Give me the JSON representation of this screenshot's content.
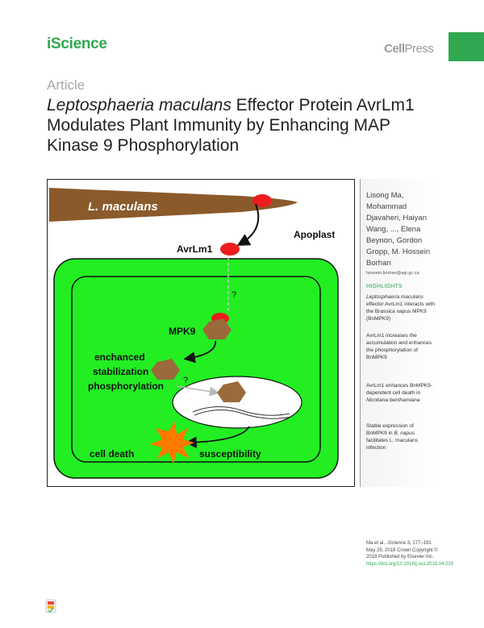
{
  "journal": "iScience",
  "publisher": {
    "bold": "Cell",
    "light": "Press"
  },
  "article_type": "Article",
  "title": {
    "italic": "Leptosphaeria maculans",
    "rest": " Effector Protein AvrLm1 Modulates Plant Immunity by Enhancing MAP Kinase 9 Phosphorylation"
  },
  "figure": {
    "pathogen": "L. maculans",
    "apoplast": "Apoplast",
    "avrlm1": "AvrLm1",
    "mpk9": "MPK9",
    "question": "?",
    "enhanced1": "enchanced",
    "enhanced2": "stabilization",
    "enhanced3": "phosphorylation",
    "cell_death": "cell death",
    "susceptibility": "susceptibility"
  },
  "authors": "Lisong Ma, Mohammad Djavaheri, Haiyan Wang, ..., Elena Beynon, Gordon Gropp, M. Hossein Borhan",
  "email": "hossein.borhan@agr.gc.ca",
  "highlights_heading": "HIGHLIGHTS",
  "highlights": [
    {
      "pre": "",
      "italic": "Leptosphaeria maculans",
      "post": " effector AvrLm1 interacts with the Brassica napus MPK9 (BnMPK9)"
    },
    {
      "pre": "AvrLm1 increases the accumulation and enhances the phosphorylation of BnMPK9",
      "italic": "",
      "post": ""
    },
    {
      "pre": "AvrLm1 enhances BnMPK9-dependent cell death in ",
      "italic": "Nicotiana benthamiana",
      "post": ""
    },
    {
      "pre": "Stable expression of BnMPK9 in ",
      "italic": "B. napus",
      "post": " facilitates L. maculans infection"
    }
  ],
  "citation": {
    "pre": "Ma et al., ",
    "journal": "iScience",
    "rest": " 3, 177–191 May 25, 2018 Crown Copyright © 2018 Published by Elsevier Inc.",
    "doi": "https://doi.org/10.1016/j.isci.2018.04.015"
  },
  "colors": {
    "brand_green": "#2fa84f",
    "cell_green": "#22ee22",
    "pathogen_brown": "#8b5a2b",
    "effector_red": "#ee1c1c",
    "kinase_brown": "#9a6a3a",
    "death_orange": "#ff7a00"
  },
  "icons": [
    "crossmark-check-icon"
  ]
}
